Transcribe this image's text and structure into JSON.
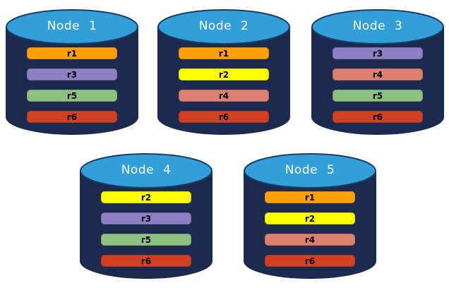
{
  "palette": {
    "cylinder_body": "#1B2A4E",
    "cylinder_top": "#319FD9",
    "cylinder_edge": "#1C3C63",
    "title_color": "#FFFFFF",
    "bar_label_color": "#000000"
  },
  "replica_colors": {
    "r1": "#FFA008",
    "r2": "#FFFF00",
    "r3": "#8D7FC2",
    "r4": "#DD8070",
    "r5": "#8CC17E",
    "r6": "#CE4123"
  },
  "nodes": [
    {
      "title": "Node 1",
      "replicas": [
        "r1",
        "r3",
        "r5",
        "r6"
      ]
    },
    {
      "title": "Node 2",
      "replicas": [
        "r1",
        "r2",
        "r4",
        "r6"
      ]
    },
    {
      "title": "Node 3",
      "replicas": [
        "r3",
        "r4",
        "r5",
        "r6"
      ]
    },
    {
      "title": "Node 4",
      "replicas": [
        "r2",
        "r3",
        "r5",
        "r6"
      ]
    },
    {
      "title": "Node 5",
      "replicas": [
        "r1",
        "r2",
        "r4",
        "r6"
      ]
    }
  ]
}
